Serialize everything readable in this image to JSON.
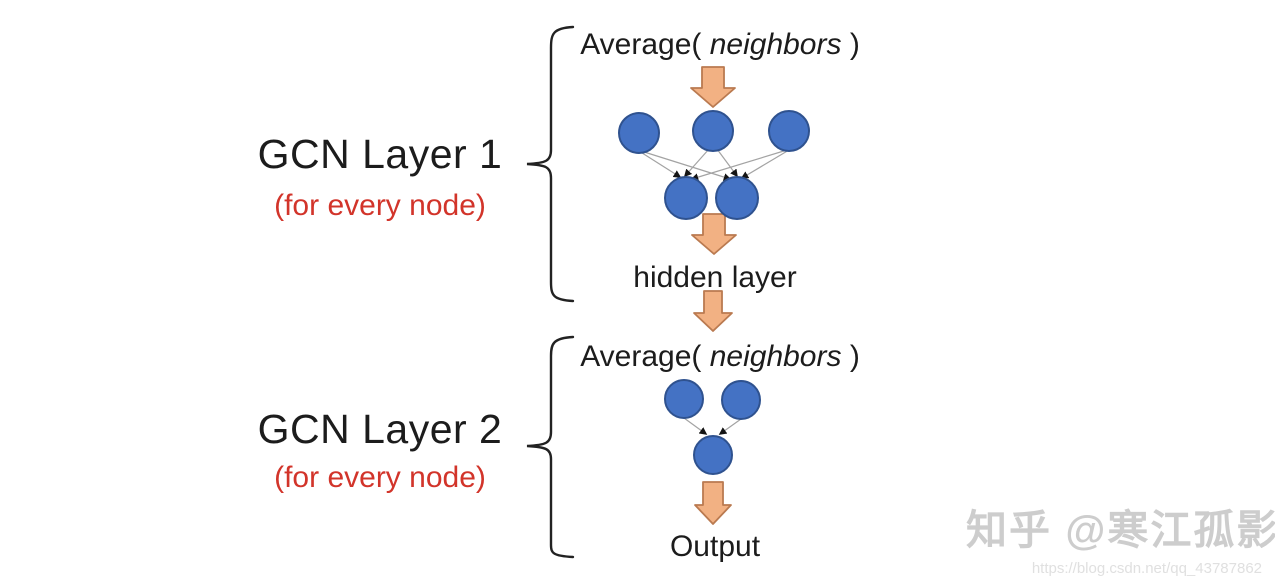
{
  "labels": {
    "layer1": {
      "title": "GCN Layer 1",
      "subtitle": "(for every node)"
    },
    "layer2": {
      "title": "GCN Layer 2",
      "subtitle": "(for every node)"
    },
    "average1": {
      "prefix": "Average( ",
      "arg": "neighbors",
      "suffix": " )"
    },
    "average2": {
      "prefix": "Average( ",
      "arg": "neighbors",
      "suffix": " )"
    },
    "hidden_layer": "hidden layer",
    "output": "Output"
  },
  "watermark": {
    "text": "知乎 @寒江孤影",
    "url": "https://blog.csdn.net/qq_43787862"
  },
  "diagram": {
    "layer1": {
      "input_nodes": 3,
      "output_nodes": 2
    },
    "layer2": {
      "input_nodes": 2,
      "output_nodes": 1
    }
  },
  "colors": {
    "node_fill": "#4472c4",
    "node_stroke": "#2f528f",
    "arrow_fill": "#f2b183",
    "arrow_stroke": "#ba7a50",
    "connector_stroke": "#a3a3a3",
    "brace_stroke": "#222222",
    "subtitle_red": "#d2342a",
    "text_black": "#1c1c1c",
    "watermark_gray": "#c8c8c8",
    "watermark_url_gray": "#e0e0e0"
  }
}
